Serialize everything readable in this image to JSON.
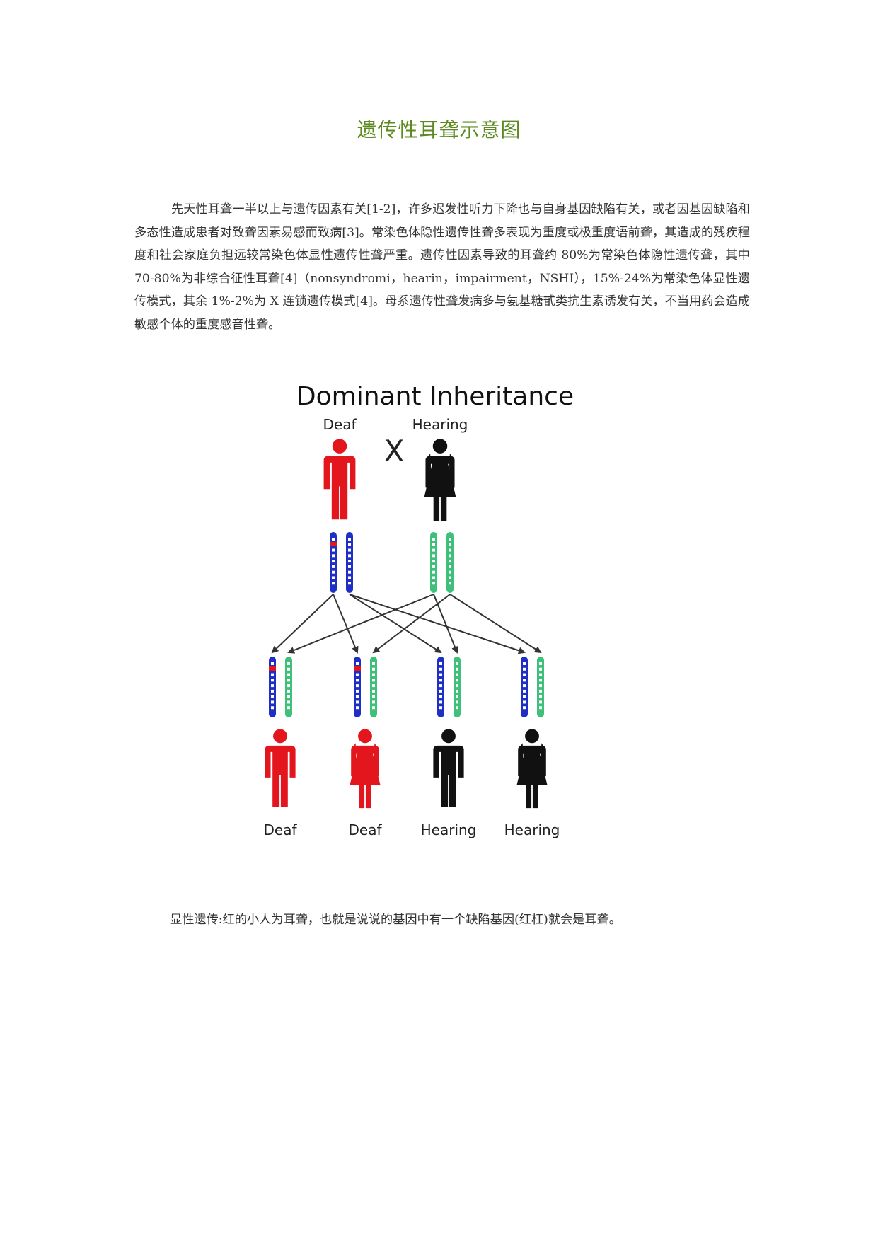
{
  "title": "遗传性耳聋示意图",
  "paragraph": "先天性耳聋一半以上与遗传因素有关[1-2]，许多迟发性听力下降也与自身基因缺陷有关，或者因基因缺陷和多态性造成患者对致聋因素易感而致病[3]。常染色体隐性遗传性聋多表现为重度或极重度语前聋，其造成的残疾程度和社会家庭负担远较常染色体显性遗传性聋严重。遗传性因素导致的耳聋约 80%为常染色体隐性遗传聋，其中 70-80%为非综合征性耳聋[4]（nonsyndromi，hearin，impairment，NSHI），15%-24%为常染色体显性遗传模式，其余 1%-2%为 X 连锁遗传模式[4]。母系遗传性聋发病多与氨基糖甙类抗生素诱发有关，不当用药会造成敏感个体的重度感音性聋。",
  "figure": {
    "heading": "Dominant Inheritance",
    "cross_symbol": "X",
    "parents": [
      {
        "label": "Deaf",
        "color": "#e3161e",
        "sex": "male"
      },
      {
        "label": "Hearing",
        "color": "#111111",
        "sex": "female"
      }
    ],
    "children": [
      {
        "label": "Deaf",
        "color": "#e3161e",
        "sex": "male"
      },
      {
        "label": "Deaf",
        "color": "#e3161e",
        "sex": "female"
      },
      {
        "label": "Hearing",
        "color": "#111111",
        "sex": "male"
      },
      {
        "label": "Hearing",
        "color": "#111111",
        "sex": "female"
      }
    ],
    "colors": {
      "chromosome_father": "#1f2fc6",
      "chromosome_mother": "#3fc07a",
      "defect_band": "#e3161e",
      "arrow": "#333333"
    }
  },
  "caption": "显性遗传:红的小人为耳聋，也就是说说的基因中有一个缺陷基因(红杠)就会是耳聋。"
}
